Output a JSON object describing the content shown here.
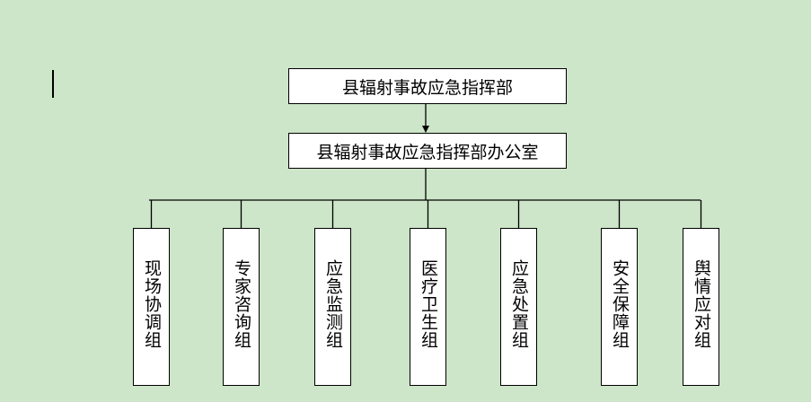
{
  "diagram": {
    "command_center": {
      "label": "县辐射事故应急指挥部"
    },
    "office": {
      "label": "县辐射事故应急指挥部办公室"
    },
    "groups": [
      {
        "label": "现场协调组"
      },
      {
        "label": "专家咨询组"
      },
      {
        "label": "应急监测组"
      },
      {
        "label": "医疗卫生组"
      },
      {
        "label": "应急处置组"
      },
      {
        "label": "安全保障组"
      },
      {
        "label": "舆情应对组"
      }
    ]
  },
  "colors": {
    "background": "#cde5c8",
    "box_fill": "#ffffff",
    "line": "#000000"
  }
}
